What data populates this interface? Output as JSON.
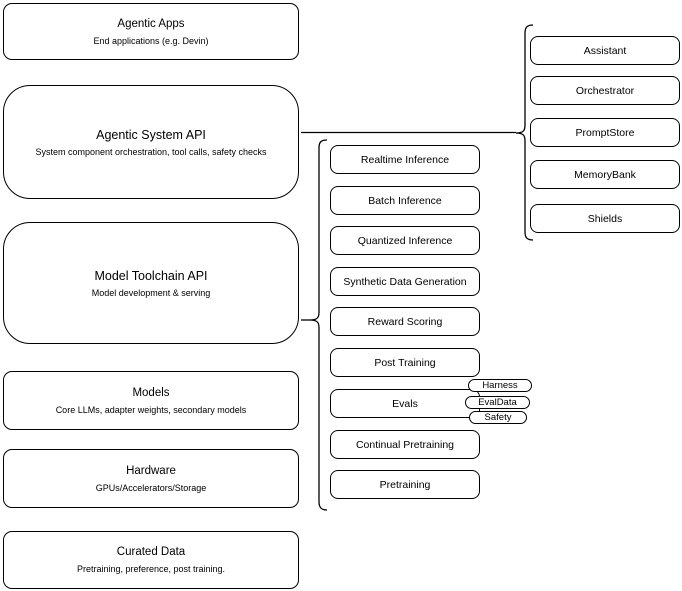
{
  "diagram": {
    "colors": {
      "stroke": "#000000",
      "fill": "#ffffff",
      "background": "#ffffff"
    },
    "left_stack": [
      {
        "title": "Agentic Apps",
        "subtitle": "End applications (e.g. Devin)"
      },
      {
        "title": "Agentic System API",
        "subtitle": "System component orchestration, tool calls, safety checks"
      },
      {
        "title": "Model Toolchain API",
        "subtitle": "Model development & serving"
      },
      {
        "title": "Models",
        "subtitle": "Core LLMs, adapter weights, secondary models"
      },
      {
        "title": "Hardware",
        "subtitle": "GPUs/Accelerators/Storage"
      },
      {
        "title": "Curated Data",
        "subtitle": "Pretraining, preference, post training."
      }
    ],
    "toolchain_components": [
      "Realtime Inference",
      "Batch Inference",
      "Quantized Inference",
      "Synthetic Data Generation",
      "Reward Scoring",
      "Post Training",
      "Evals",
      "Continual Pretraining",
      "Pretraining"
    ],
    "eval_badges": [
      "Harness",
      "EvalData",
      "Safety"
    ],
    "system_components": [
      "Assistant",
      "Orchestrator",
      "PromptStore",
      "MemoryBank",
      "Shields"
    ]
  }
}
